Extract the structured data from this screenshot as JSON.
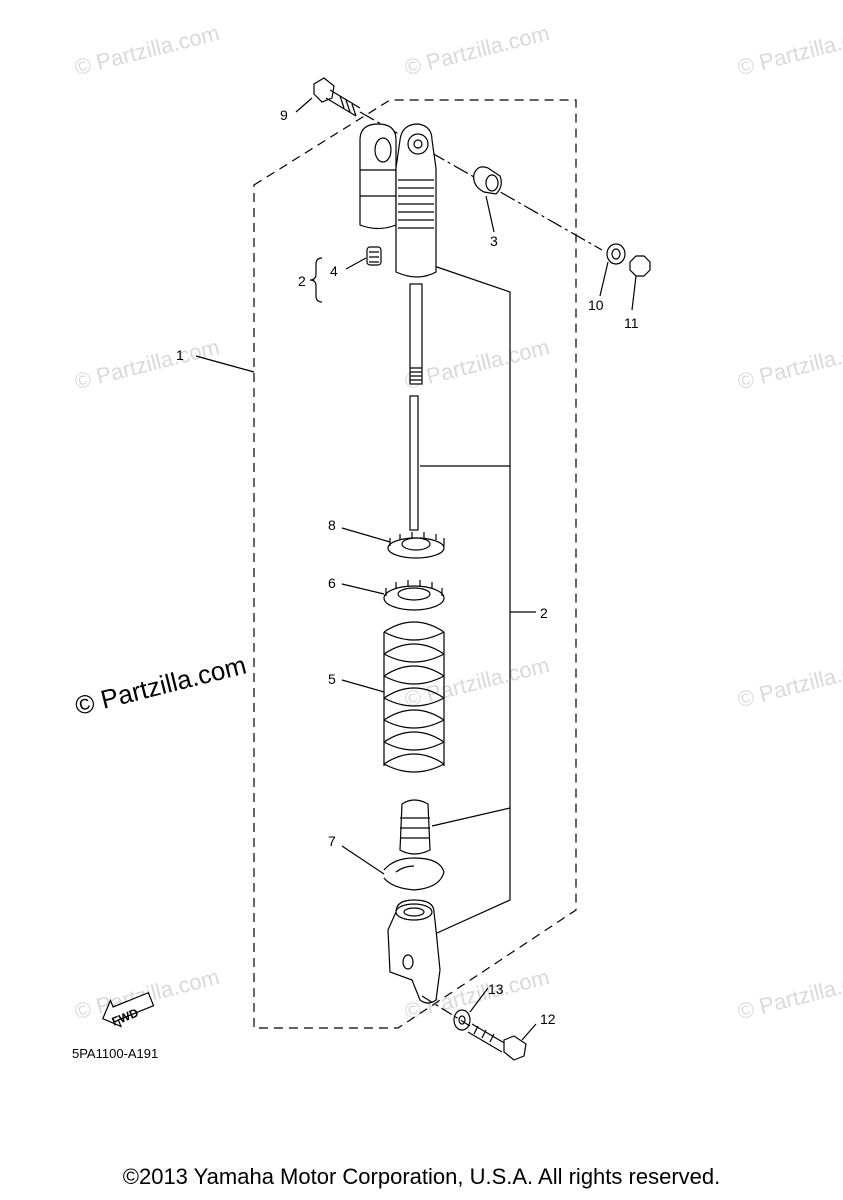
{
  "watermark_text": "© Partzilla.com",
  "callouts": {
    "c1": "1",
    "c2a": "2",
    "c2b": "2",
    "c3": "3",
    "c4": "4",
    "c5": "5",
    "c6": "6",
    "c7": "7",
    "c8": "8",
    "c9": "9",
    "c10": "10",
    "c11": "11",
    "c12": "12",
    "c13": "13"
  },
  "fwd_label": "FWD",
  "diagram_code": "5PA1100-A191",
  "copyright": "©2013 Yamaha Motor Corporation, U.S.A. All rights reserved."
}
